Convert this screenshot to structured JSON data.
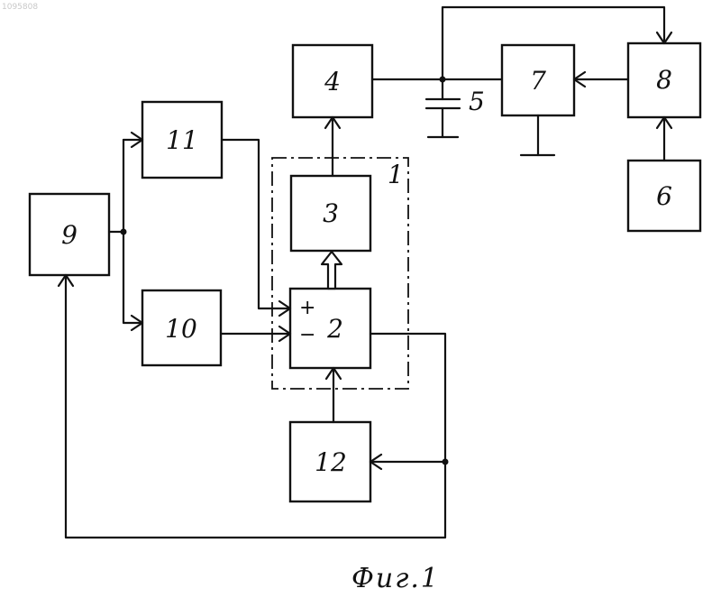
{
  "watermark": "1095808",
  "blocks": {
    "b1": "1",
    "b2": "2",
    "b3": "3",
    "b4": "4",
    "b5": "5",
    "b6": "6",
    "b7": "7",
    "b8": "8",
    "b9": "9",
    "b10": "10",
    "b11": "11",
    "b12": "12"
  },
  "inputs": {
    "plus": "+",
    "minus": "−"
  },
  "caption": "Фиг.1"
}
